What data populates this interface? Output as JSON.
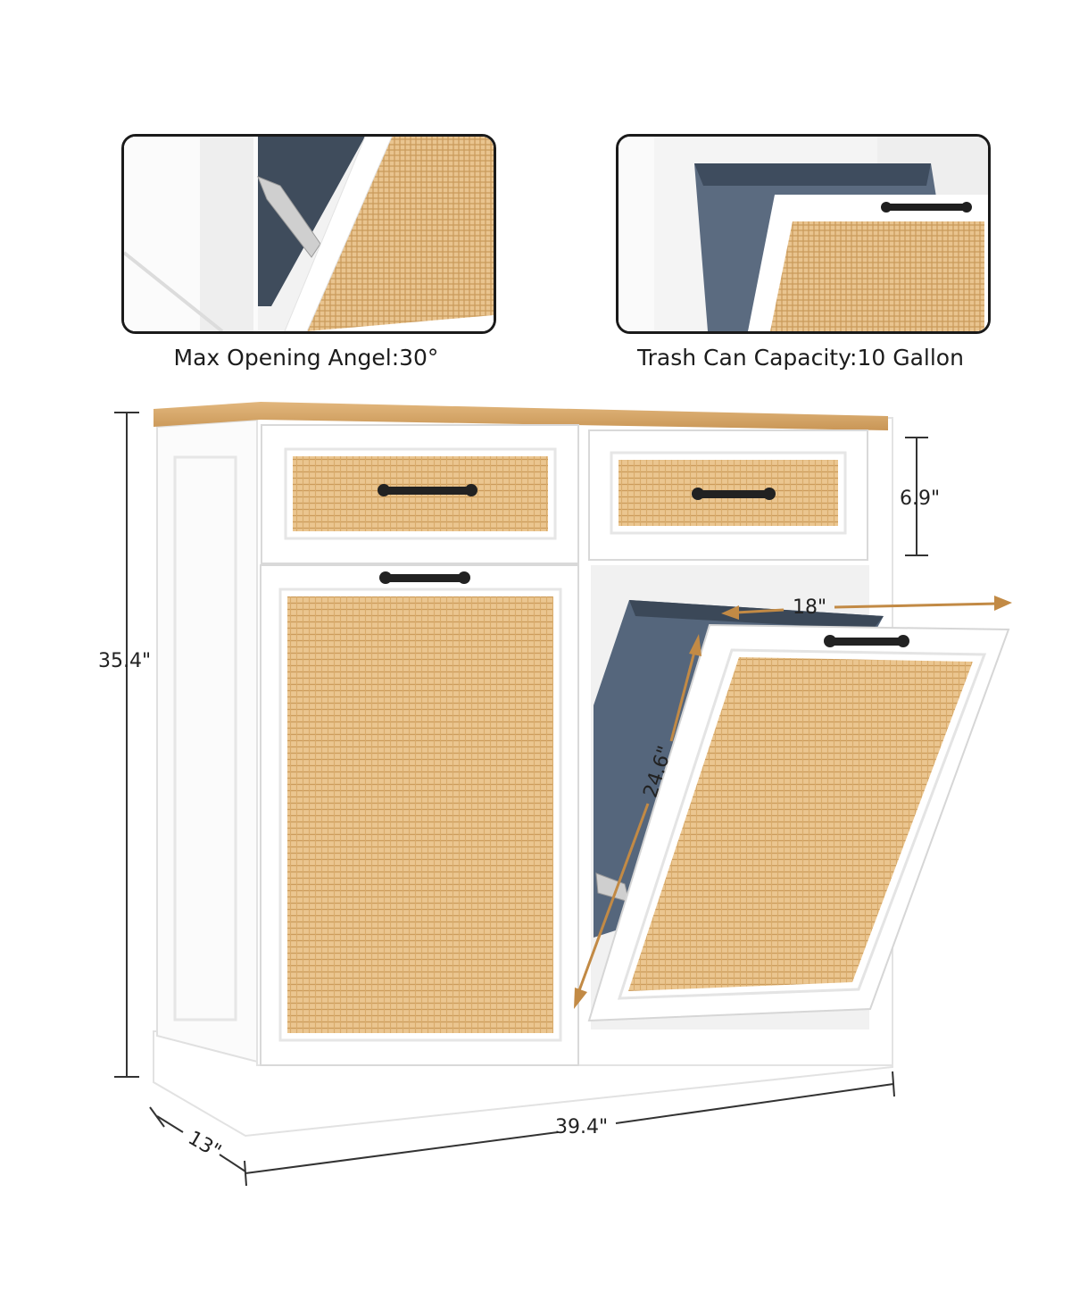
{
  "details": [
    {
      "caption": "Max Opening Angel:30°"
    },
    {
      "caption": "Trash Can Capacity:10 Gallon"
    }
  ],
  "dimensions": {
    "height": "35.4\"",
    "drawer_height": "6.9\"",
    "bin_width": "18\"",
    "bin_height": "24.6\"",
    "width": "39.4\"",
    "depth": "13\""
  },
  "colors": {
    "cabinet_white": "#ffffff",
    "rattan": "#e8bf86",
    "wood_top": "#d4a56a",
    "bin_blue": "#4e5e72",
    "handle": "#222222",
    "arrow": "#c28a45"
  }
}
